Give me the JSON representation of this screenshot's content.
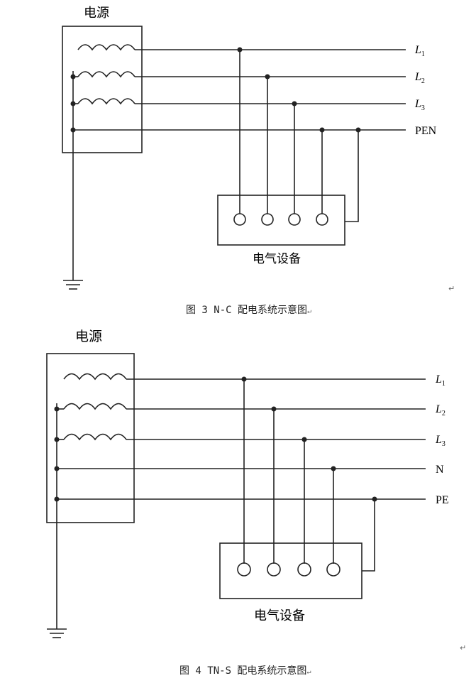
{
  "figure3": {
    "source_label": "电源",
    "line_labels": [
      {
        "main": "L",
        "sub": "1"
      },
      {
        "main": "L",
        "sub": "2"
      },
      {
        "main": "L",
        "sub": "3"
      },
      {
        "main": "PEN",
        "sub": ""
      }
    ],
    "equipment_label": "电气设备",
    "caption": "图 3 N-C 配电系统示意图"
  },
  "figure4": {
    "source_label": "电源",
    "line_labels": [
      {
        "main": "L",
        "sub": "1"
      },
      {
        "main": "L",
        "sub": "2"
      },
      {
        "main": "L",
        "sub": "3"
      },
      {
        "main": "N",
        "sub": ""
      },
      {
        "main": "PE",
        "sub": ""
      }
    ],
    "equipment_label": "电气设备",
    "caption": "图 4 TN-S 配电系统示意图"
  },
  "return_mark": "↵"
}
